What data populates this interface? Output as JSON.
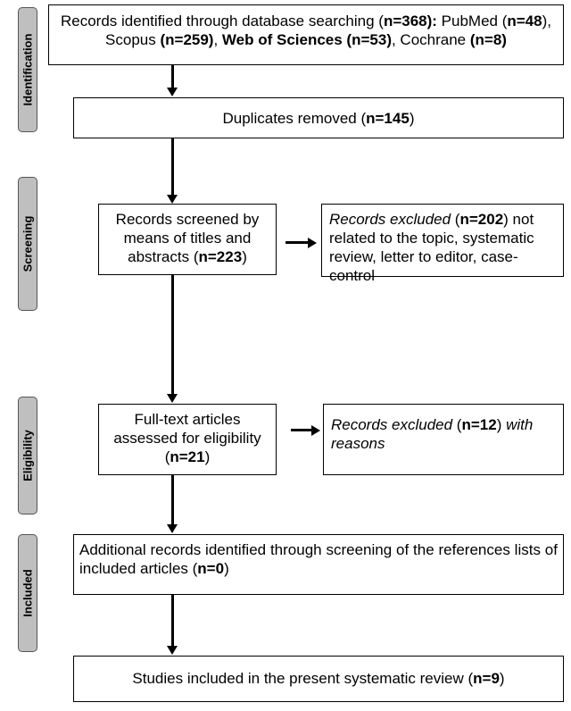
{
  "stages": {
    "identification": "Identification",
    "screening": "Screening",
    "eligibility": "Eligibility",
    "included": "Included"
  },
  "identified": {
    "t1": "Records identified through database searching (",
    "n_total": "n=368):",
    "t2": " PubMed (",
    "n_pubmed": "n=48",
    "t3": "), Scopus ",
    "n_scopus": "(n=259)",
    "t4": ", ",
    "wos": "Web of Sciences (n=53)",
    "t5": ", Cochrane ",
    "n_cochrane": "(n=8)"
  },
  "duplicates": {
    "text": "Duplicates removed (",
    "n": "n=145",
    "close": ")"
  },
  "screened": {
    "text": "Records screened by means of titles and abstracts (",
    "n": "n=223",
    "close": ")"
  },
  "excluded_screening": {
    "label": "Records excluded",
    "open": " (",
    "n": "n=202",
    "close": ")",
    "reasons": " not related to the topic, systematic review, letter to editor, case- control"
  },
  "fulltext": {
    "text": "Full-text articles assessed for eligibility (",
    "n": "n=21",
    "close": ")"
  },
  "excluded_fulltext": {
    "label": "Records excluded",
    "open": " (",
    "n": "n=12",
    "close": ") ",
    "reasons": "with reasons"
  },
  "additional": {
    "text": "Additional records identified through screening of the references lists of included articles (",
    "n": "n=0",
    "close": ")"
  },
  "included_box": {
    "text": "Studies included in the present systematic review (",
    "n": "n=9",
    "close": ")"
  }
}
